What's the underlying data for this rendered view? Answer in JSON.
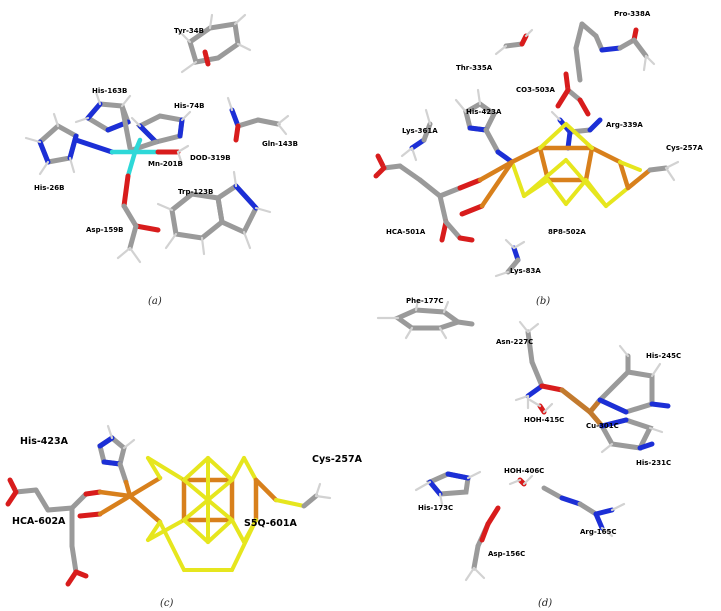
{
  "panels": [
    {
      "id": "a",
      "caption": "(a)",
      "labels": [
        "Tyr-34B",
        "His-163B",
        "His-74B",
        "Gln-143B",
        "Mn-201B",
        "DOD-319B",
        "His-26B",
        "Trp-123B",
        "Asp-159B"
      ]
    },
    {
      "id": "b",
      "caption": "(b)",
      "labels": [
        "Pro-338A",
        "Thr-335A",
        "CO3-503A",
        "His-423A",
        "Lys-361A",
        "Arg-339A",
        "Cys-257A",
        "HCA-501A",
        "8P8-502A",
        "Lys-83A"
      ]
    },
    {
      "id": "c",
      "caption": "(c)",
      "labels": [
        "His-423A",
        "Cys-257A",
        "HCA-602A",
        "S5Q-601A"
      ]
    },
    {
      "id": "d",
      "caption": "(d)",
      "labels": [
        "His-245C",
        "Asn-227C",
        "Phe-177C",
        "HOH-415C",
        "Cu-301C",
        "His-231C",
        "HOH-406C",
        "His-173C",
        "Arg-165C",
        "Asp-156C"
      ]
    }
  ],
  "colors": {
    "carbon": "#9a9a9a",
    "hydrogen": "#d6d6d6",
    "nitrogen": "#1c2fd6",
    "oxygen": "#d81c1c",
    "sulfur": "#e6e61e",
    "iron": "#d8801c",
    "manganese": "#2ed8d8",
    "copper": "#c27a2e"
  }
}
